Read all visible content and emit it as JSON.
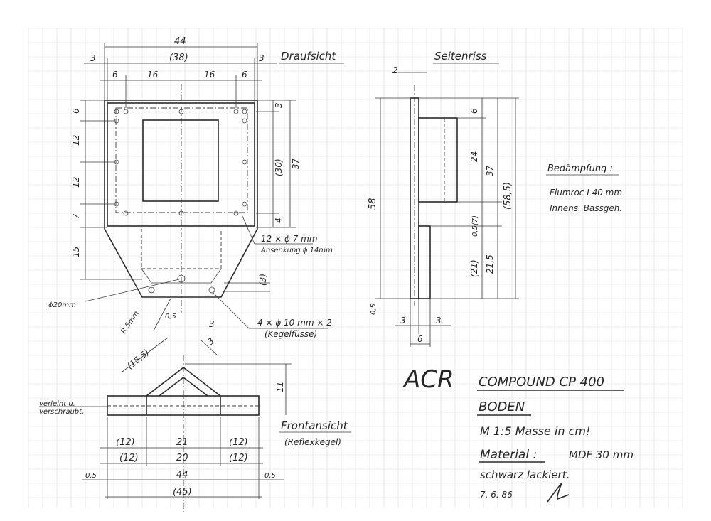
{
  "views": {
    "top": {
      "title": "Draufsicht",
      "dims": {
        "overall_width": "44",
        "inner_width": "(38)",
        "margin_left": "3",
        "margin_right": "3",
        "seg_a": "6",
        "seg_b": "16",
        "seg_c": "16",
        "seg_d": "6",
        "left_6": "6",
        "left_12a": "12",
        "left_12b": "12",
        "left_7": "7",
        "left_15": "15",
        "right_3": "3",
        "right_30": "(30)",
        "right_37": "37",
        "right_4": "4",
        "low_3": "(3)",
        "r_05": "0,5",
        "r_3": "3"
      },
      "notes": {
        "holes": "12 × ϕ 7  mm",
        "countersink": "Ansenkung ϕ 14mm",
        "phi20": "ϕ20mm",
        "radius": "R 5mm",
        "feet": "4 × ϕ 10  mm × 2",
        "feet_sub": "(Kegelfüsse)"
      }
    },
    "side": {
      "title": "Seitenriss",
      "dims": {
        "top_2": "2",
        "h_58": "58",
        "h_6": "6",
        "h_24": "24",
        "h_37": "37",
        "h_585": "(58,5)",
        "h_057": "0,5(7)",
        "h_21": "(21)",
        "h_215": "21,5",
        "bot_05": "0,5",
        "bot_3a": "3",
        "bot_3b": "3",
        "bot_6": "6"
      }
    },
    "front": {
      "title": "Frontansicht",
      "subtitle": "(Reflexkegel)",
      "dims": {
        "d155": "(15,5)",
        "d3": "3",
        "d11": "11",
        "d12a": "(12)",
        "d21": "21",
        "d12b": "(12)",
        "d12c": "(12)",
        "d20": "20",
        "d12d": "(12)",
        "d05a": "0,5",
        "d44": "44",
        "d05b": "0,5",
        "d45": "(45)"
      },
      "note_1": "verleint u.",
      "note_2": "verschraubt."
    }
  },
  "damping": {
    "heading": "Bedämpfung :",
    "line1": "Flumroc I  40 mm",
    "line2": "Innens. Bassgeh."
  },
  "title_block": {
    "logo": "ACR",
    "product": "COMPOUND  CP 400",
    "part": "BODEN",
    "scale": "M  1:5    Masse  in cm!",
    "material_label": "Material :",
    "material_value": "MDF  30 mm",
    "finish": "schwarz  lackiert.",
    "date": "7. 6. 86"
  }
}
